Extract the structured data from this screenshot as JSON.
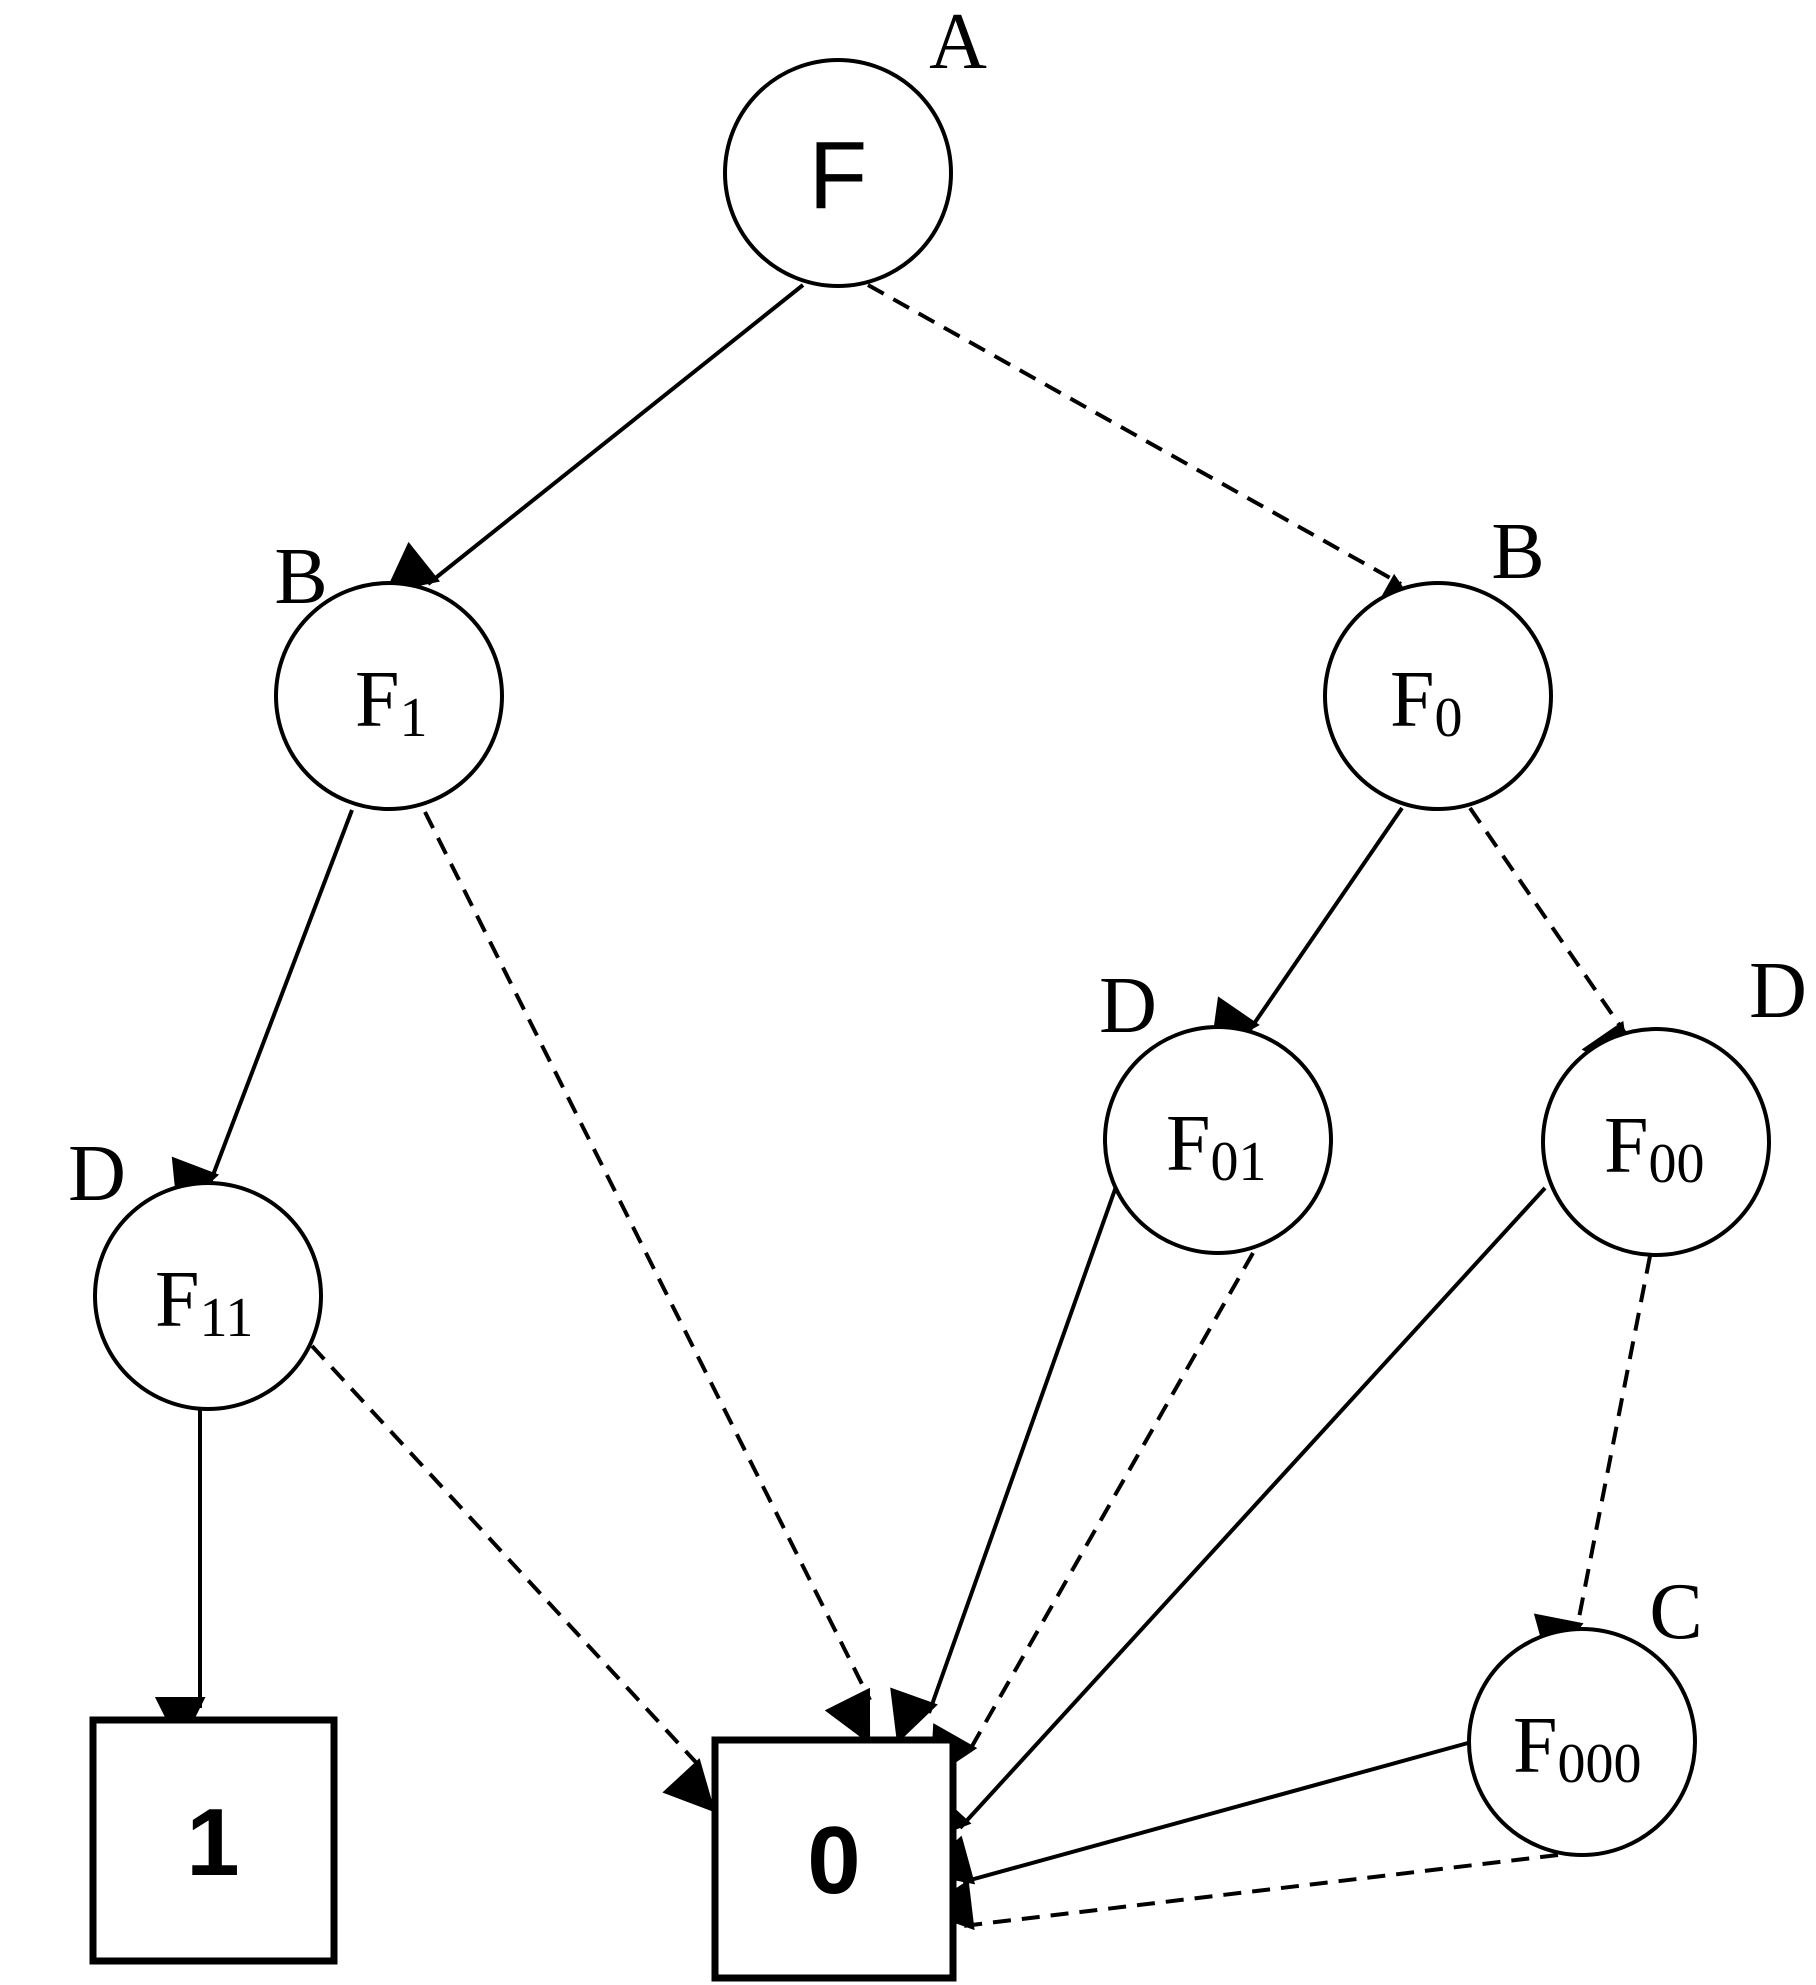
{
  "diagram": {
    "nodes": [
      {
        "id": "F",
        "var": "A",
        "main": "F",
        "sub": "",
        "kind": "root"
      },
      {
        "id": "F1",
        "var": "B",
        "main": "F",
        "sub": "1",
        "kind": "decision"
      },
      {
        "id": "F0",
        "var": "B",
        "main": "F",
        "sub": "0",
        "kind": "decision"
      },
      {
        "id": "F11",
        "var": "D",
        "main": "F",
        "sub": "11",
        "kind": "decision"
      },
      {
        "id": "F01",
        "var": "D",
        "main": "F",
        "sub": "01",
        "kind": "decision"
      },
      {
        "id": "F00",
        "var": "D",
        "main": "F",
        "sub": "00",
        "kind": "decision"
      },
      {
        "id": "F000",
        "var": "C",
        "main": "F",
        "sub": "000",
        "kind": "decision"
      },
      {
        "id": "T1",
        "var": "",
        "main": "1",
        "sub": "",
        "kind": "terminal"
      },
      {
        "id": "T0",
        "var": "",
        "main": "0",
        "sub": "",
        "kind": "terminal"
      }
    ],
    "edges": [
      {
        "from": "F",
        "to": "F1",
        "style": "solid"
      },
      {
        "from": "F",
        "to": "F0",
        "style": "dashed"
      },
      {
        "from": "F1",
        "to": "F11",
        "style": "solid"
      },
      {
        "from": "F1",
        "to": "T0",
        "style": "dashed"
      },
      {
        "from": "F0",
        "to": "F01",
        "style": "solid"
      },
      {
        "from": "F0",
        "to": "F00",
        "style": "dashed"
      },
      {
        "from": "F11",
        "to": "T1",
        "style": "solid"
      },
      {
        "from": "F11",
        "to": "T0",
        "style": "dashed"
      },
      {
        "from": "F01",
        "to": "T0",
        "style": "solid"
      },
      {
        "from": "F01",
        "to": "T0",
        "style": "dashed"
      },
      {
        "from": "F00",
        "to": "T0",
        "style": "solid"
      },
      {
        "from": "F00",
        "to": "F000",
        "style": "dashed"
      },
      {
        "from": "F000",
        "to": "T0",
        "style": "solid"
      },
      {
        "from": "F000",
        "to": "T0",
        "style": "dashed"
      }
    ]
  }
}
